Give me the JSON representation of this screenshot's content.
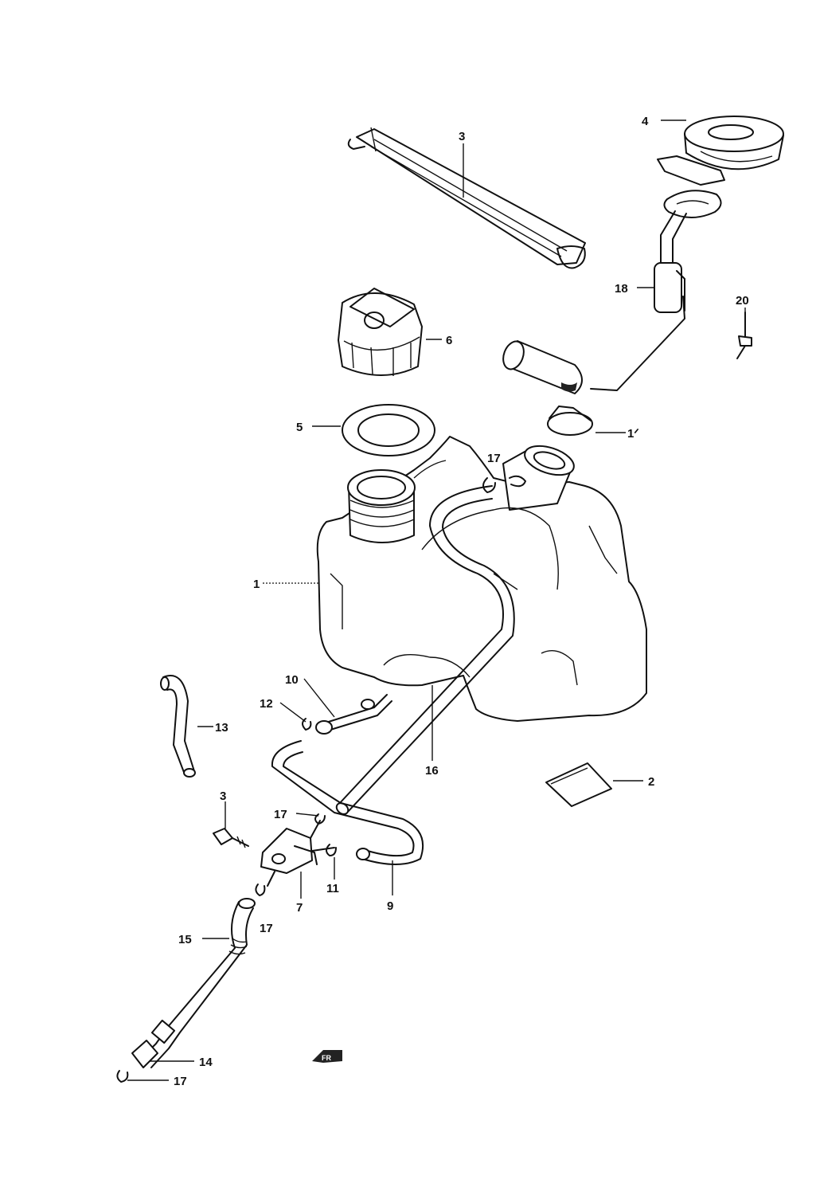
{
  "callouts": [
    {
      "id": "c4",
      "text": "4"
    },
    {
      "id": "c3top",
      "text": "3"
    },
    {
      "id": "c18",
      "text": "18"
    },
    {
      "id": "c20",
      "text": "20"
    },
    {
      "id": "c6",
      "text": "6"
    },
    {
      "id": "c5",
      "text": "5"
    },
    {
      "id": "c19",
      "text": "1ᐟ"
    },
    {
      "id": "c17a",
      "text": "17"
    },
    {
      "id": "c1",
      "text": "1"
    },
    {
      "id": "c10",
      "text": "10"
    },
    {
      "id": "c12",
      "text": "12"
    },
    {
      "id": "c13",
      "text": "13"
    },
    {
      "id": "c16",
      "text": "16"
    },
    {
      "id": "c2",
      "text": "2"
    },
    {
      "id": "c3low",
      "text": "3"
    },
    {
      "id": "c17b",
      "text": "17"
    },
    {
      "id": "c11",
      "text": "11"
    },
    {
      "id": "c7",
      "text": "7"
    },
    {
      "id": "c9",
      "text": "9"
    },
    {
      "id": "c17c",
      "text": "17"
    },
    {
      "id": "c15",
      "text": "15"
    },
    {
      "id": "c14",
      "text": "14"
    },
    {
      "id": "c17d",
      "text": "17"
    }
  ],
  "icons": [
    "fuel-tank",
    "fuel-cap",
    "gasket",
    "fuel-pump",
    "fuel-filter",
    "fuel-cock",
    "hose",
    "bolt",
    "clamp",
    "label-plate",
    "front-arrow"
  ]
}
